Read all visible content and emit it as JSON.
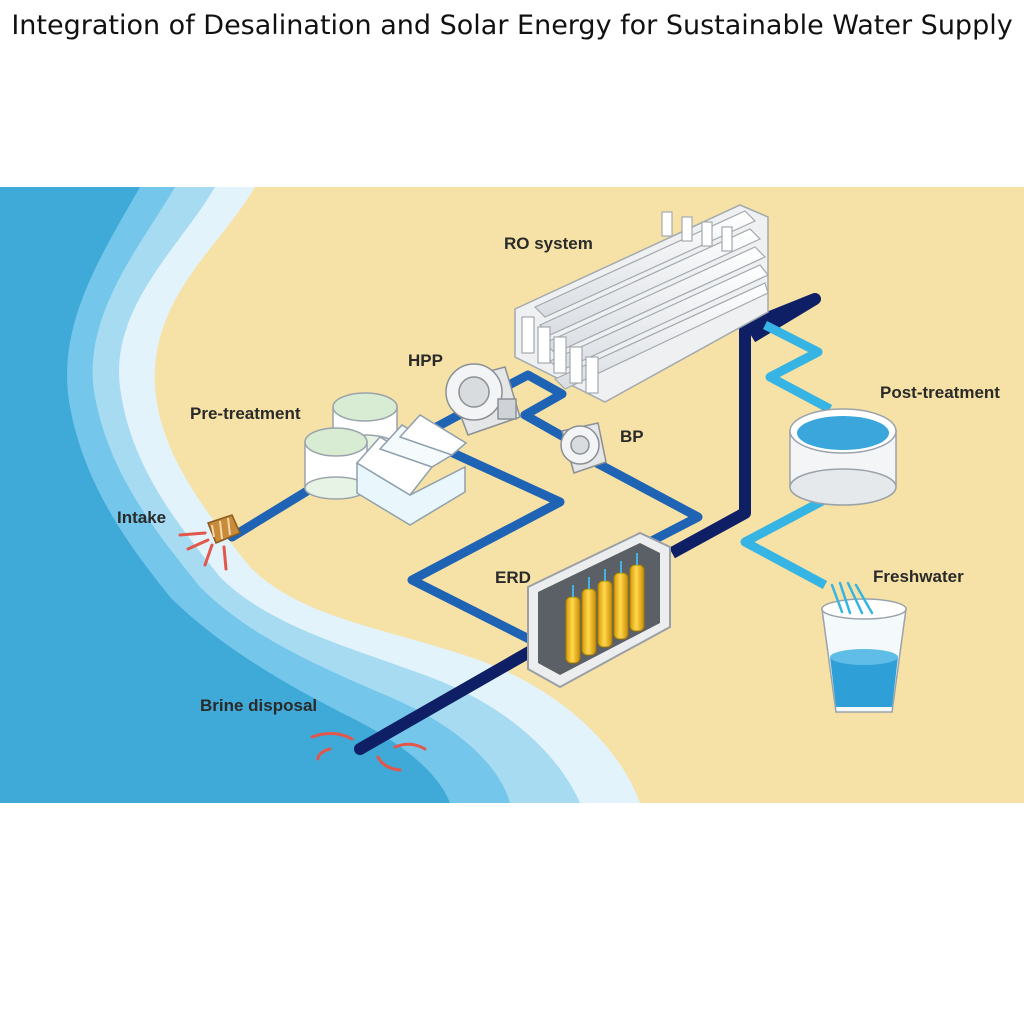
{
  "title": "Integration of Desalination and Solar Energy for Sustainable Water Supply",
  "labels": {
    "intake": "Intake",
    "pretreatment": "Pre-treatment",
    "hpp": "HPP",
    "ro_system": "RO system",
    "bp": "BP",
    "post_treatment": "Post-treatment",
    "erd": "ERD",
    "freshwater": "Freshwater",
    "brine_disposal": "Brine disposal"
  },
  "colors": {
    "sea_deep": "#3fa9d8",
    "sea_light": "#8fd0ef",
    "foam": "#ddf2fb",
    "sand": "#f6e2a6",
    "feed_pipe": "#1f63b5",
    "brine_pipe": "#0e1f66",
    "product_pipe": "#36b4e3",
    "battery": "#f3c21c"
  }
}
